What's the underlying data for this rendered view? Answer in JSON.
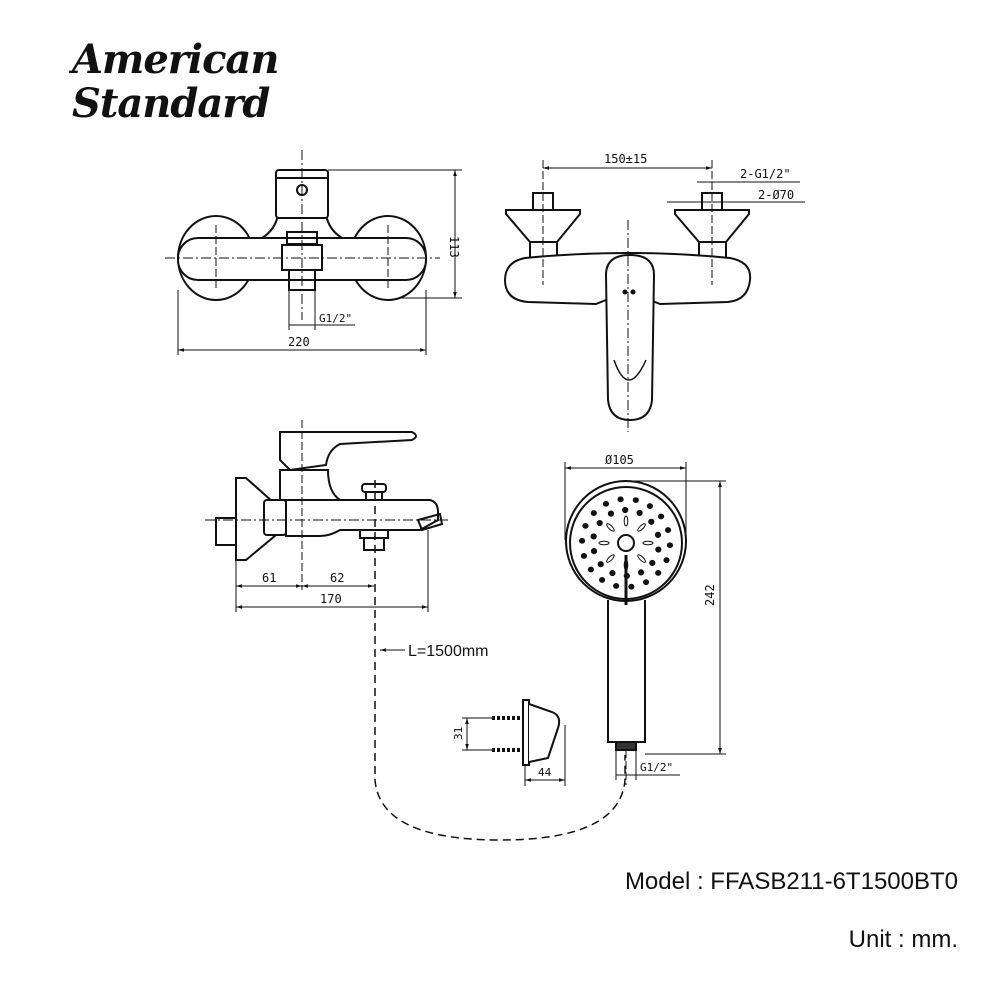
{
  "brand": {
    "line1": "American",
    "line2": "Standard"
  },
  "front_view": {
    "width_label": "220",
    "height_label": "113",
    "outlet_label": "G1/2\""
  },
  "top_view": {
    "spacing_label": "150±15",
    "inlet_label": "2-G1/2\"",
    "flange_label": "2-Ø70"
  },
  "side_view": {
    "dim_a": "61",
    "dim_b": "62",
    "dim_total": "170"
  },
  "hose": {
    "length_label": "L=1500mm"
  },
  "hand_shower": {
    "diameter_label": "Ø105",
    "length_label": "242",
    "thread_label": "G1/2\""
  },
  "bracket": {
    "spacing_label": "31",
    "depth_label": "44"
  },
  "footer": {
    "model": "Model : FFASB211-6T1500BT0",
    "unit": "Unit : mm."
  }
}
